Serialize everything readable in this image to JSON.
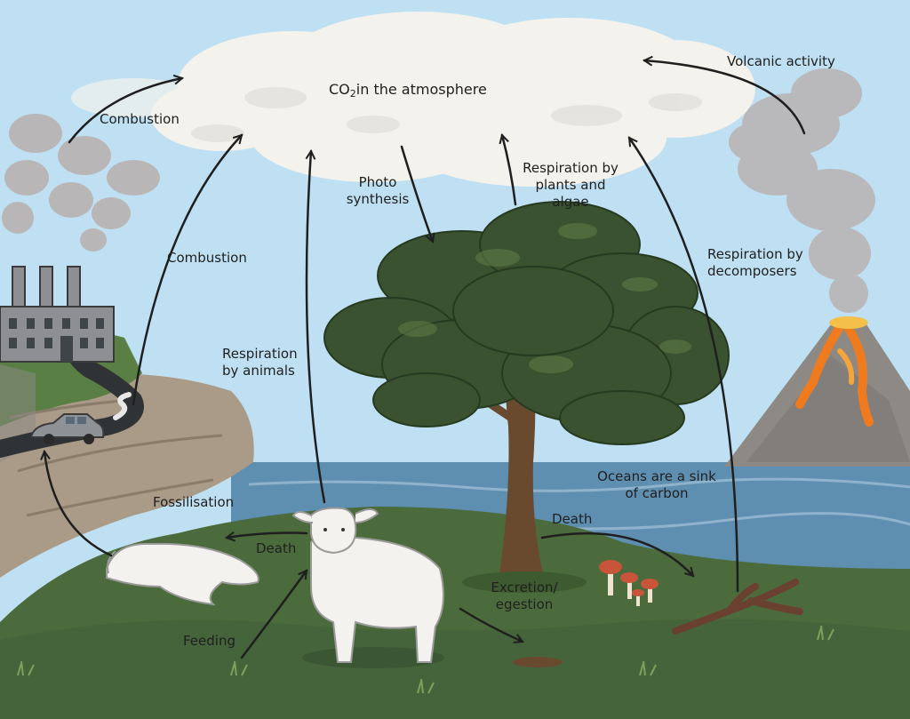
{
  "labels": {
    "co2_main": "CO",
    "co2_sub": "2",
    "co2_rest": "in the atmosphere",
    "volcanic": "Volcanic activity",
    "combustion_top": "Combustion",
    "combustion_mid": "Combustion",
    "photo": "Photo",
    "synthesis": "synthesis",
    "resp_plants_1": "Respiration by",
    "resp_plants_2": "plants and",
    "resp_plants_3": "algae",
    "resp_decomp_1": "Respiration by",
    "resp_decomp_2": "decomposers",
    "resp_animals_1": "Respiration",
    "resp_animals_2": "by animals",
    "oceans_1": "Oceans are a sink",
    "oceans_2": "of carbon",
    "fossilisation": "Fossilisation",
    "death_left": "Death",
    "death_right": "Death",
    "excretion_1": "Excretion/",
    "excretion_2": "egestion",
    "feeding": "Feeding"
  },
  "colors": {
    "sky": "#bfe0f2",
    "cloud": "#f3f2ec",
    "smoke": "#b9b6b8",
    "grass": "#4b6b3c",
    "sea": "#5f8fb0",
    "foliage": "#3a5230",
    "trunk": "#6a4a2e",
    "lava": "#f07a1e",
    "mountain": "#8d8a86",
    "arrow": "#1f1f1f"
  }
}
